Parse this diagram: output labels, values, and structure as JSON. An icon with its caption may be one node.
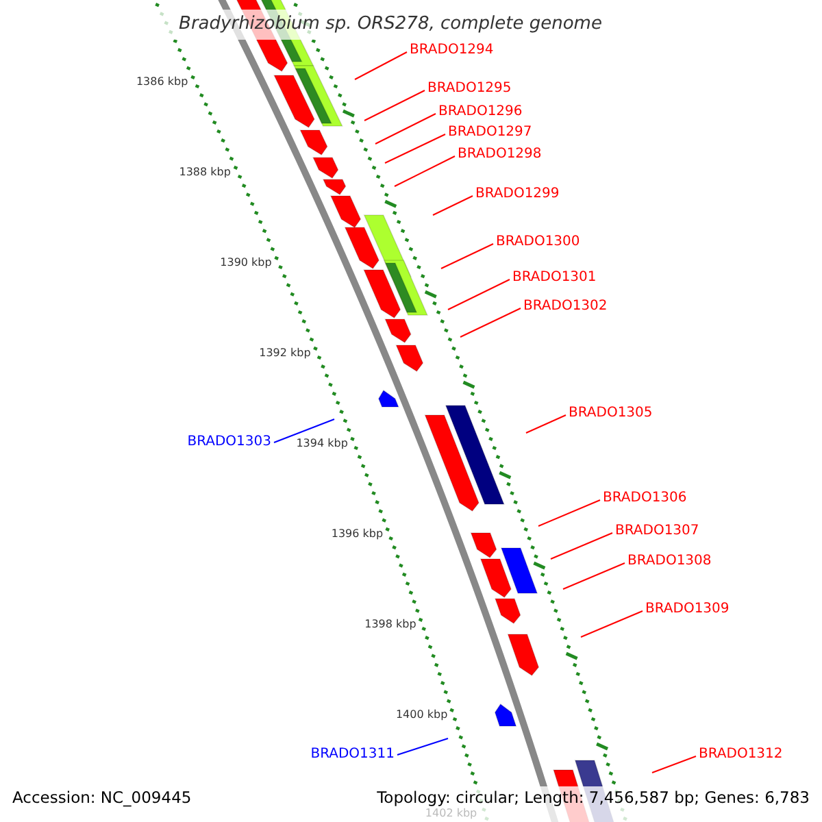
{
  "diagram": {
    "title": "Bradyrhizobium sp. ORS278, complete genome",
    "nodes": [
      {
        "text": [
          "BRADO1294"
        ]
      },
      {
        "text": [
          "BRADO1295"
        ]
      },
      {
        "text": [
          "BRADO1296"
        ]
      },
      {
        "text": [
          "BRADO1297"
        ]
      },
      {
        "text": [
          "BRADO1298"
        ]
      },
      {
        "text": [
          "BRADO1299"
        ]
      },
      {
        "text": [
          "BRADO1300"
        ]
      },
      {
        "text": [
          "BRADO1301"
        ]
      },
      {
        "text": [
          "BRADO1302"
        ]
      },
      {
        "text": [
          "BRADO1303"
        ]
      },
      {
        "text": [
          "BRADO1305"
        ]
      },
      {
        "text": [
          "BRADO1306"
        ]
      },
      {
        "text": [
          "BRADO1307"
        ]
      },
      {
        "text": [
          "BRADO1308"
        ]
      },
      {
        "text": [
          "BRADO1309"
        ]
      },
      {
        "text": [
          "BRADO1311"
        ]
      },
      {
        "text": [
          "BRADO1312"
        ]
      }
    ],
    "edges": [
      {
        "from": 0,
        "to": null,
        "arrow": "none"
      },
      {
        "from": 1,
        "to": null,
        "arrow": "none"
      },
      {
        "from": 2,
        "to": null,
        "arrow": "none"
      },
      {
        "from": 3,
        "to": null,
        "arrow": "none"
      },
      {
        "from": 4,
        "to": null,
        "arrow": "none"
      },
      {
        "from": 5,
        "to": null,
        "arrow": "none"
      },
      {
        "from": 6,
        "to": null,
        "arrow": "none"
      },
      {
        "from": 7,
        "to": null,
        "arrow": "none"
      },
      {
        "from": 8,
        "to": null,
        "arrow": "none"
      },
      {
        "from": 9,
        "to": null,
        "arrow": "none",
        "color": "#0000ff"
      },
      {
        "from": 10,
        "to": null,
        "arrow": "none"
      },
      {
        "from": 11,
        "to": null,
        "arrow": "none"
      },
      {
        "from": 12,
        "to": null,
        "arrow": "none"
      },
      {
        "from": 13,
        "to": null,
        "arrow": "none"
      },
      {
        "from": 14,
        "to": null,
        "arrow": "none"
      },
      {
        "from": 15,
        "to": null,
        "arrow": "none",
        "color": "#0000ff"
      },
      {
        "from": 16,
        "to": null,
        "arrow": "none"
      }
    ],
    "labels": [
      "1386 kbp",
      "1388 kbp",
      "1390 kbp",
      "1392 kbp",
      "1394 kbp",
      "1396 kbp",
      "1398 kbp",
      "1400 kbp",
      "1402 kbp",
      "Accession: NC_009445",
      "Topology: circular; Length: 7,456,587 bp; Genes: 6,783"
    ]
  }
}
